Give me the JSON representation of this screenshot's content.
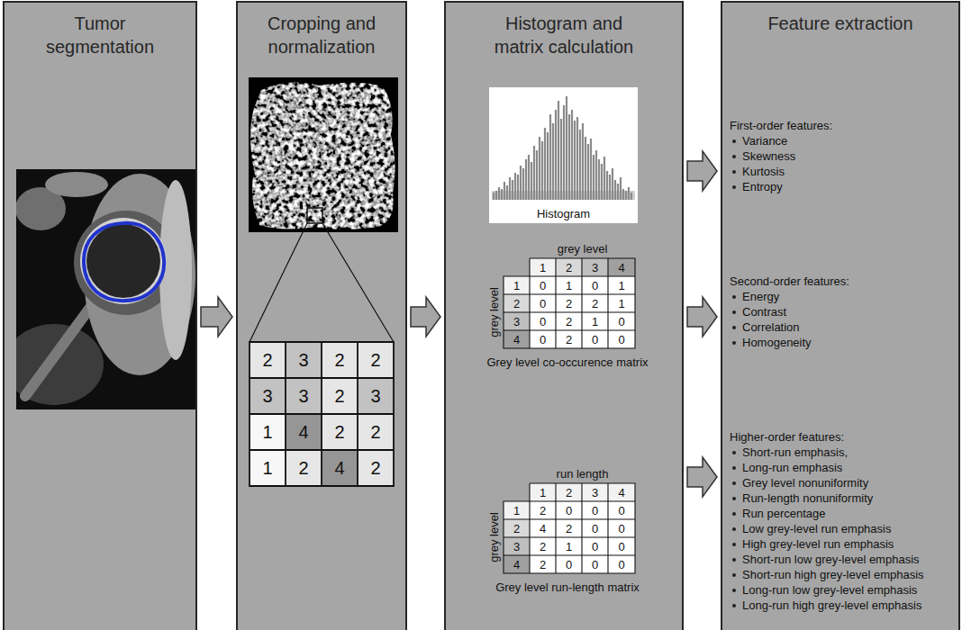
{
  "diagram": {
    "nodes": [
      {
        "text": [
          "Tumor segmentation"
        ]
      },
      {
        "text": [
          "Cropping and normalization"
        ]
      },
      {
        "text": [
          "Histogram and matrix calculation"
        ]
      },
      {
        "text": [
          "Feature extraction"
        ]
      }
    ],
    "edges": [
      {
        "from": 0,
        "to": 1,
        "arrow": "to"
      },
      {
        "from": 1,
        "to": 2,
        "arrow": "to"
      },
      {
        "from": 2,
        "to": 3,
        "arrow": "to"
      },
      {
        "from": 2,
        "to": 3,
        "arrow": "to"
      },
      {
        "from": 2,
        "to": 3,
        "arrow": "to"
      }
    ],
    "labels": [
      "2",
      "3",
      "2",
      "2",
      "3",
      "3",
      "2",
      "3",
      "1",
      "4",
      "2",
      "2",
      "1",
      "2",
      "4",
      "2",
      "Histogram",
      "grey level",
      "1",
      "2",
      "3",
      "4",
      "grey level",
      "1",
      "2",
      "3",
      "4",
      "0",
      "1",
      "0",
      "1",
      "0",
      "2",
      "2",
      "1",
      "0",
      "2",
      "1",
      "0",
      "0",
      "2",
      "0",
      "0",
      "Grey level co-occurence matrix",
      "run length",
      "1",
      "2",
      "3",
      "4",
      "grey level",
      "1",
      "2",
      "3",
      "4",
      "2",
      "0",
      "0",
      "0",
      "4",
      "2",
      "0",
      "0",
      "2",
      "1",
      "0",
      "0",
      "2",
      "0",
      "0",
      "0",
      "Grey level run-length matrix",
      "First-order features:",
      "Variance",
      "Skewness",
      "Kurtosis",
      "Entropy",
      "Second-order features:",
      "Energy",
      "Contrast",
      "Correlation",
      "Homogeneity",
      "Higher-order features:",
      "Short-run emphasis,",
      "Long-run emphasis",
      "Grey level nonuniformity",
      "Run-length nonuniformity",
      "Run percentage",
      "Low grey-level run emphasis",
      "High grey-level run emphasis",
      "Short-run low grey-level emphasis",
      "Short-run high grey-level emphasis",
      "Long-run low grey-level emphasis",
      "Long-run high grey-level emphasis"
    ]
  }
}
